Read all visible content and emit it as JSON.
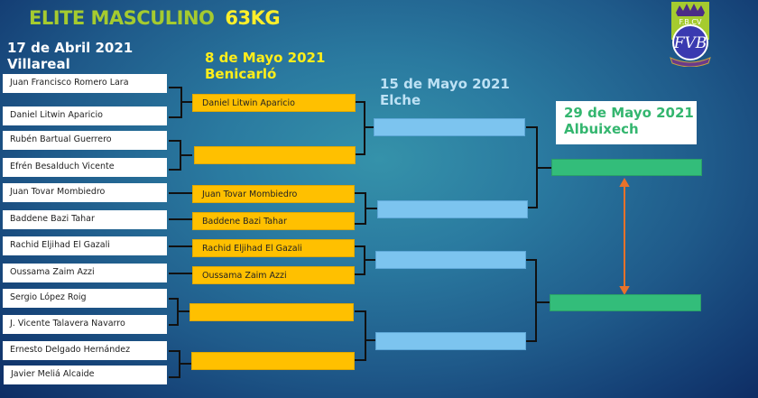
{
  "title": {
    "category": "ELITE MASCULINO",
    "weight": "63KG"
  },
  "logo": {
    "text": "F.B.CV",
    "monogram": "FVB",
    "icon": "federation-crest-icon"
  },
  "rounds": [
    {
      "date": "17 de Abril 2021",
      "venue": "Villareal",
      "color": "#ffffff"
    },
    {
      "date": "8 de Mayo 2021",
      "venue": "Benicarló",
      "color": "#ffee1a"
    },
    {
      "date": "15 de Mayo 2021",
      "venue": "Elche",
      "color": "#bde1f4"
    },
    {
      "date": "29 de Mayo 2021",
      "venue": "Albuixech",
      "color": "#34b66f"
    }
  ],
  "round1": [
    "Juan Francisco Romero Lara",
    "Daniel Litwin Aparicio",
    "Rubén Bartual Guerrero",
    "Efrén Besalduch Vicente",
    "Juan Tovar Mombiedro",
    "Baddene Bazi Tahar",
    "Rachid Eljihad El Gazali",
    "Oussama Zaim Azzi",
    "Sergio López Roig",
    "J. Vicente Talavera Navarro",
    "Ernesto Delgado Hernández",
    "Javier Meliá Alcaide"
  ],
  "round2": [
    "Daniel Litwin Aparicio",
    "",
    "Juan Tovar Mombiedro",
    "Baddene Bazi Tahar",
    "Rachid Eljihad El Gazali",
    "Oussama Zaim Azzi",
    "",
    ""
  ],
  "round3": [
    "",
    "",
    "",
    ""
  ],
  "final": [
    "",
    ""
  ],
  "colors": {
    "round1_box": "#ffffff",
    "round2_box": "#ffc000",
    "round3_box": "#7cc4ef",
    "final_box": "#33bd7a",
    "final_arrow": "#e8722a",
    "connector": "#111111"
  }
}
